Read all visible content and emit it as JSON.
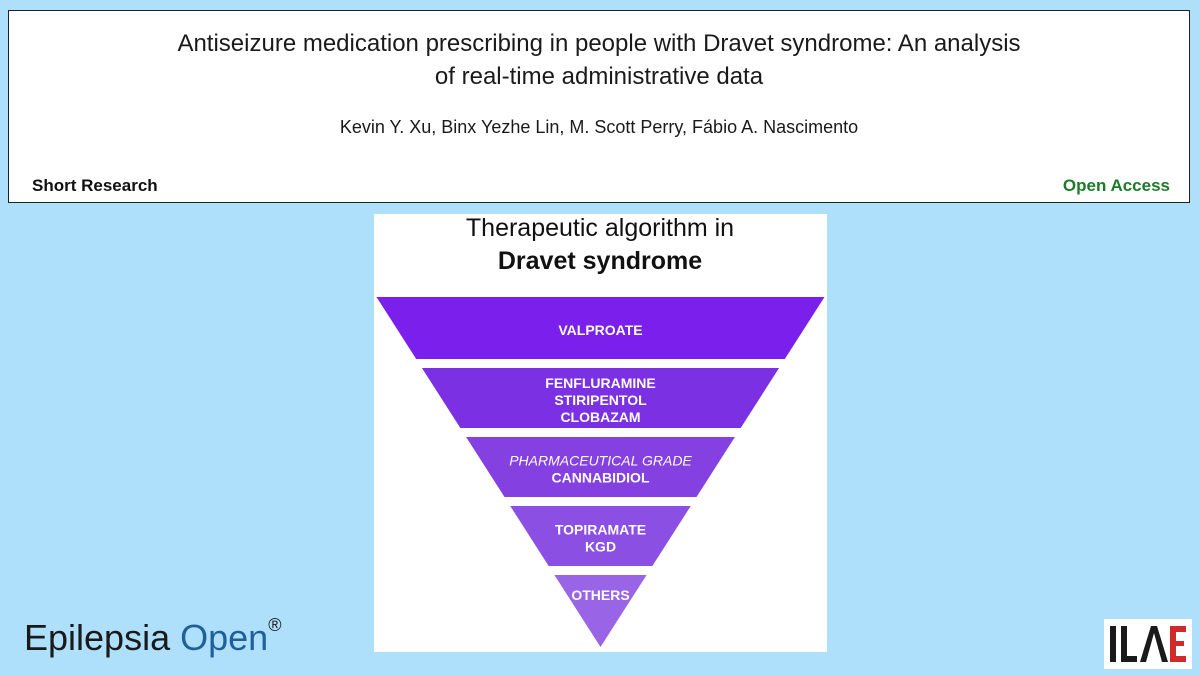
{
  "header": {
    "title_line1": "Antiseizure medication prescribing in people with Dravet syndrome: An analysis",
    "title_line2": "of real-time administrative data",
    "authors": "Kevin Y. Xu, Binx Yezhe Lin, M. Scott Perry, Fábio A. Nascimento",
    "article_type": "Short Research",
    "access_label": "Open Access"
  },
  "figure": {
    "title_line1": "Therapeutic algorithm in",
    "title_line2": "Dravet syndrome",
    "tiers": [
      {
        "lines": [
          {
            "text": "VALPROATE",
            "italic": false
          }
        ],
        "color": "#7a1fec"
      },
      {
        "lines": [
          {
            "text": "FENFLURAMINE",
            "italic": false
          },
          {
            "text": "STIRIPENTOL",
            "italic": false
          },
          {
            "text": "CLOBAZAM",
            "italic": false
          }
        ],
        "color": "#7c30e3"
      },
      {
        "lines": [
          {
            "text": "PHARMACEUTICAL GRADE",
            "italic": true
          },
          {
            "text": "CANNABIDIOL",
            "italic": false
          }
        ],
        "color": "#8440e0"
      },
      {
        "lines": [
          {
            "text": "TOPIRAMATE",
            "italic": false
          },
          {
            "text": "KGD",
            "italic": false
          }
        ],
        "color": "#8c4fe3"
      },
      {
        "lines": [
          {
            "text": "OTHERS",
            "italic": false
          }
        ],
        "color": "#9a64e6"
      }
    ]
  },
  "footer": {
    "journal_name_part1": "Epilepsia",
    "journal_name_part2": "Open",
    "journal_mark": "®",
    "org_logo_text": "ILAE"
  }
}
